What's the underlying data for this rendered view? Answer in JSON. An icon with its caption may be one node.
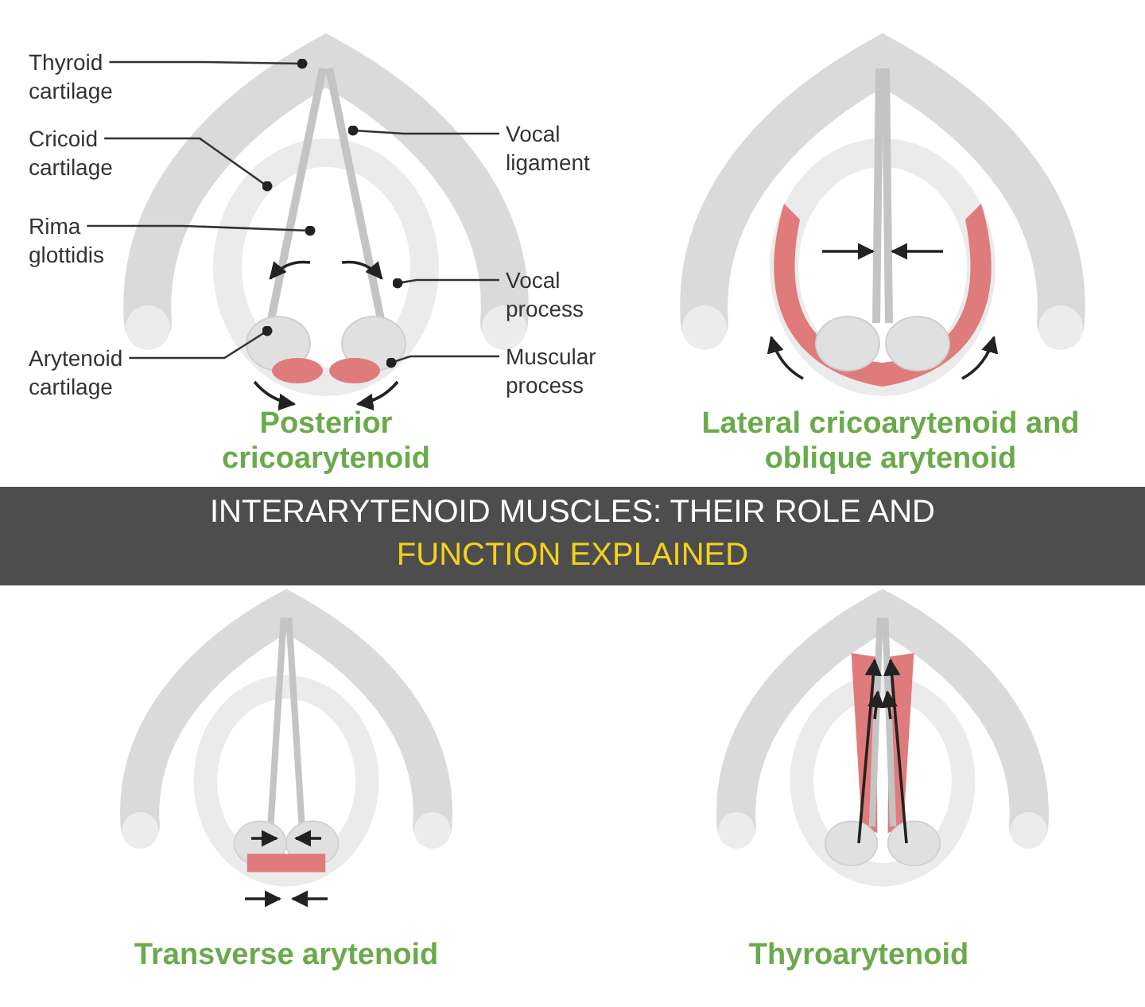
{
  "diagram": {
    "title": "INTERARYTENOID MUSCLES: THEIR ROLE AND FUNCTION EXPLAINED",
    "nodes": [
      {
        "text": [
          "Thyroid cartilage"
        ]
      },
      {
        "text": [
          "Cricoid cartilage"
        ]
      },
      {
        "text": [
          "Rima glottidis"
        ]
      },
      {
        "text": [
          "Arytenoid cartilage"
        ]
      },
      {
        "text": [
          "Vocal ligament"
        ]
      },
      {
        "text": [
          "Vocal process"
        ]
      },
      {
        "text": [
          "Muscular process"
        ]
      }
    ],
    "edges": [
      {
        "from": 0,
        "to": null,
        "arrow": "other"
      },
      {
        "from": 1,
        "to": null,
        "arrow": "other"
      },
      {
        "from": 2,
        "to": null,
        "arrow": "other"
      },
      {
        "from": 3,
        "to": null,
        "arrow": "other"
      },
      {
        "from": 4,
        "to": null,
        "arrow": "other"
      },
      {
        "from": 5,
        "to": null,
        "arrow": "other"
      },
      {
        "from": 6,
        "to": null,
        "arrow": "other"
      }
    ],
    "labels": [
      "Posterior cricoarytenoid",
      "Lateral cricoarytenoid and oblique arytenoid",
      "Transverse arytenoid",
      "Thyroarytenoid"
    ]
  }
}
